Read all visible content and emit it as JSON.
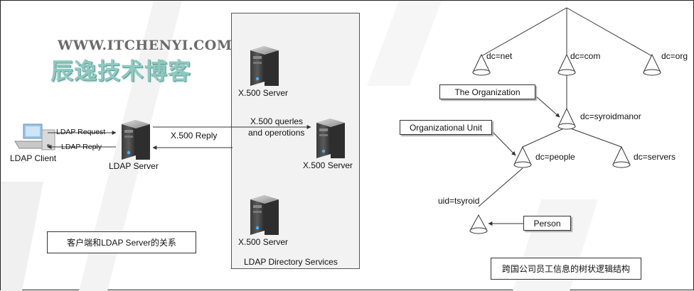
{
  "watermark": {
    "url": "WWW.ITCHENYI.COM",
    "name": "辰逸技术博客"
  },
  "left_diagram": {
    "client_label": "LDAP Client",
    "request_label": "LDAP Request",
    "reply_label": "LDAP Reply",
    "ldap_server_label": "LDAP Server",
    "x500_reply_label": "X.500 Reply",
    "x500_query_label_line1": "X.500 querles",
    "x500_query_label_line2": "and operotions",
    "server_top_label": "X.500 Server",
    "server_mid_label": "X.500 Server",
    "server_bottom_label": "X.500 Server",
    "directory_label": "LDAP Directory Services",
    "caption": "客户端和LDAP Server的关系"
  },
  "right_diagram": {
    "nodes": {
      "net": "dc=net",
      "com": "dc=com",
      "org": "dc=org",
      "syroidmanor": "dc=syroidmanor",
      "people": "dc=people",
      "servers": "dc=servers",
      "tsyroid": "uid=tsyroid"
    },
    "callouts": {
      "organization": "The  Organization",
      "unit": "Organizational  Unit",
      "person": "Person"
    },
    "caption": "跨国公司员工信息的树状逻辑结构"
  }
}
